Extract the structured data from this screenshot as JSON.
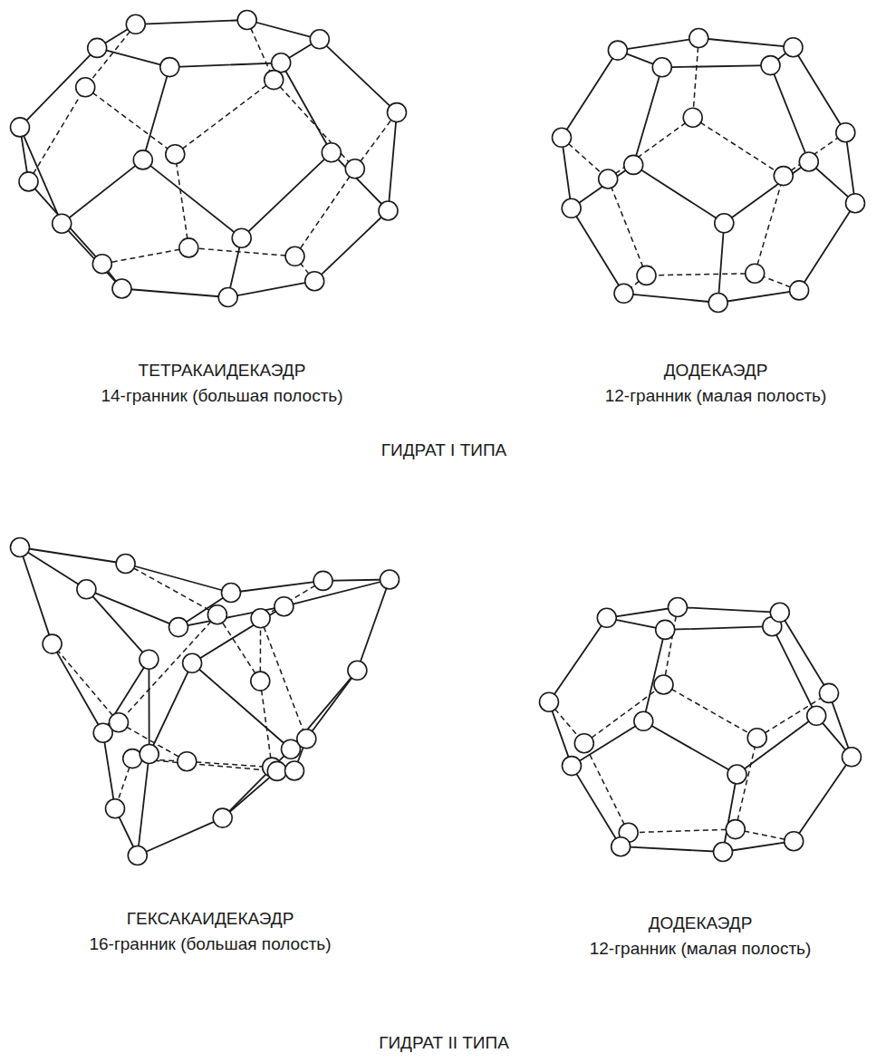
{
  "diagram": {
    "labels": [
      "ТЕТРАКАИДЕКАЭДР",
      "14-гранник (большая полость)",
      "ДОДЕКАЭДР",
      "12-гранник (малая полость)",
      "ГИДРАТ I ТИПА",
      "ГЕКСАКАИДЕКАЭДР",
      "16-гранник (большая полость)",
      "ДОДЕКАЭДР",
      "12-гранник (малая полость)",
      "ГИДРАТ II ТИПА"
    ]
  }
}
